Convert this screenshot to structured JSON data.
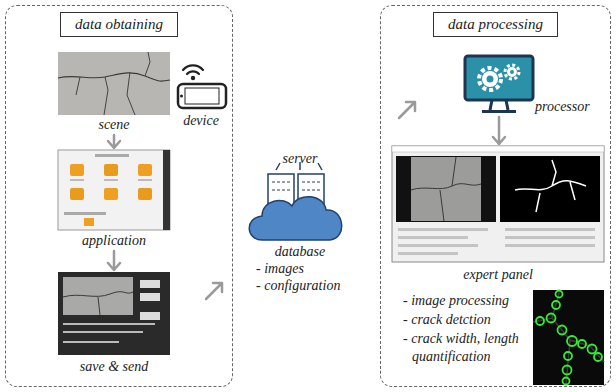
{
  "diagram": {
    "nodes": [
      {
        "text": [
          "data obtaining"
        ]
      },
      {
        "text": [
          "scene"
        ],
        "in": 0
      },
      {
        "text": [
          "device"
        ],
        "in": 0
      },
      {
        "text": [
          "application"
        ],
        "in": 0
      },
      {
        "text": [
          "save & send"
        ],
        "in": 0
      },
      {
        "text": [
          "server",
          "database",
          "- images",
          "- configuration"
        ]
      },
      {
        "text": [
          "data processing"
        ]
      },
      {
        "text": [
          "processor"
        ],
        "in": 6
      },
      {
        "text": [
          "expert panel"
        ],
        "in": 6
      }
    ],
    "edges": [
      {
        "from": 1,
        "to": 3,
        "arrow": "to"
      },
      {
        "from": 3,
        "to": 4,
        "arrow": "to"
      },
      {
        "from": 7,
        "to": 8,
        "arrow": "to"
      }
    ],
    "labels": [
      "- image processing",
      "- crack detction",
      "- crack width, length quantification"
    ]
  }
}
